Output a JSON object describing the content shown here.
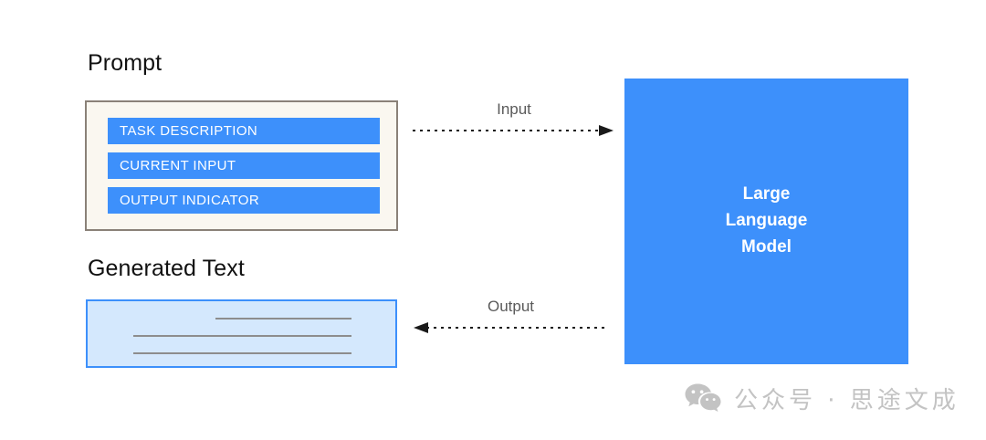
{
  "diagram": {
    "title_prompt": "Prompt",
    "title_generated": "Generated Text",
    "prompt_card": {
      "bars": [
        {
          "label": "TASK DESCRIPTION"
        },
        {
          "label": "CURRENT INPUT"
        },
        {
          "label": "OUTPUT INDICATOR"
        }
      ]
    },
    "generated_card": {
      "lines": 3
    },
    "model_box": {
      "line1": "Large",
      "line2": "Language",
      "line3": "Model"
    },
    "arrows": [
      {
        "name": "input",
        "label": "Input",
        "direction": "right",
        "style": "dotted"
      },
      {
        "name": "output",
        "label": "Output",
        "direction": "left",
        "style": "dotted"
      }
    ],
    "watermark": {
      "icon": "wechat-icon",
      "text": "公众号 · 思途文成"
    },
    "colors": {
      "accent_blue": "#3d90fb",
      "prompt_card_bg": "#faf7f0",
      "prompt_card_border": "#8a8178",
      "generated_card_bg": "#d4e8fd",
      "text_line": "#8d8d8d",
      "heading": "#111111",
      "arrow_label": "#5a5a5a",
      "watermark": "#c3c3c3",
      "background": "#ffffff"
    }
  }
}
